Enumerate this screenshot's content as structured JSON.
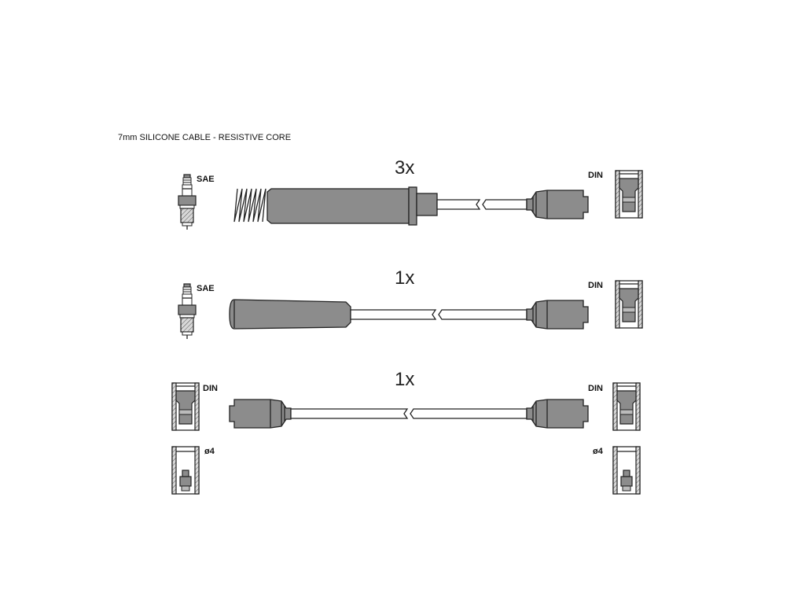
{
  "caption": "7mm SILICONE CABLE - RESISTIVE CORE",
  "rows": [
    {
      "quantity": "3x",
      "left_label": "SAE",
      "right_label": "DIN"
    },
    {
      "quantity": "1x",
      "left_label": "SAE",
      "right_label": "DIN"
    },
    {
      "quantity": "1x",
      "left_label": "DIN",
      "right_label": "DIN",
      "left_sub_label": "ø4",
      "right_sub_label": "ø4"
    }
  ]
}
